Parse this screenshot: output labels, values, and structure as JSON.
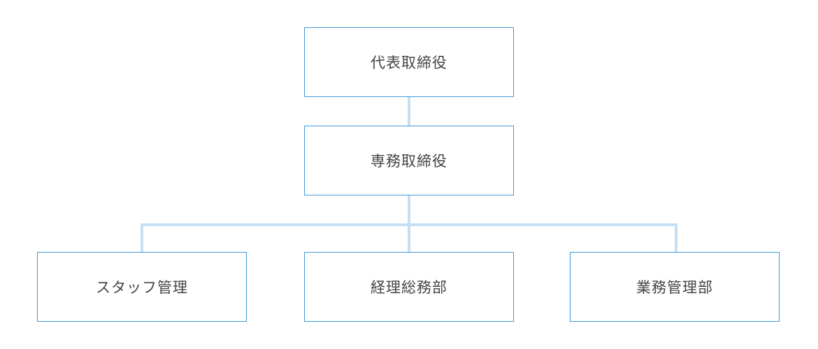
{
  "org_chart": {
    "ceo": {
      "label": "代表取締役"
    },
    "managing_director": {
      "label": "専務取締役"
    },
    "departments": [
      {
        "label": "スタッフ管理"
      },
      {
        "label": "経理総務部"
      },
      {
        "label": "業務管理部"
      }
    ]
  },
  "colors": {
    "box_border": "#3d9ad6",
    "connector": "#c5e0f5",
    "text": "#444444",
    "background": "#ffffff"
  }
}
